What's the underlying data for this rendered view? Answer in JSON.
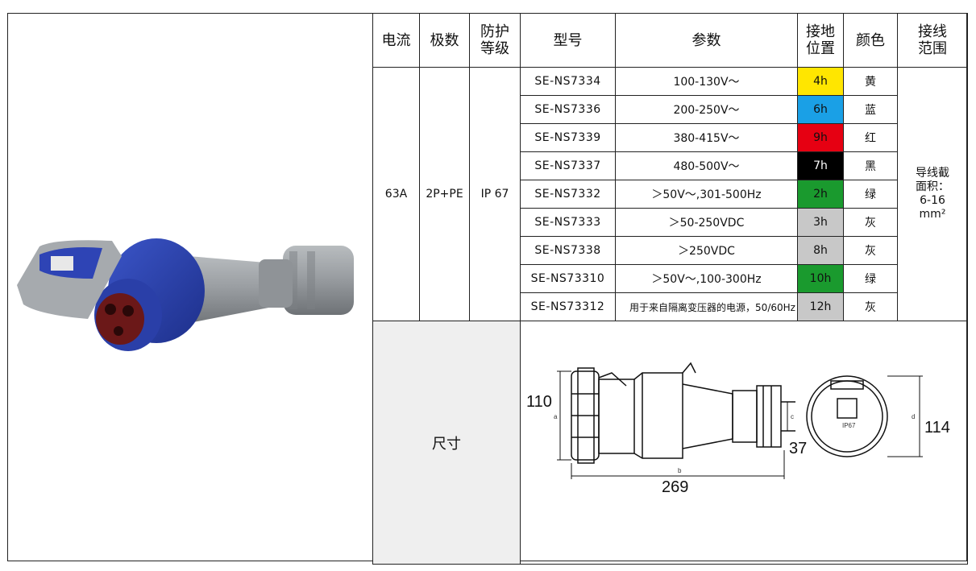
{
  "headers": {
    "current": "电流",
    "poles": "极数",
    "protection_line1": "防护",
    "protection_line2": "等级",
    "model": "型号",
    "params": "参数",
    "ground_line1": "接地",
    "ground_line2": "位置",
    "color": "颜色",
    "wiring_line1": "接线",
    "wiring_line2": "范围"
  },
  "common": {
    "current": "63A",
    "poles": "2P+PE",
    "protection": "IP 67",
    "wiring_line1": "导线截",
    "wiring_line2": "面积：",
    "wiring_line3": "6-16",
    "wiring_line4": "mm²"
  },
  "rows": [
    {
      "model": "SE-NS7334",
      "param": "100-130V～",
      "ground": "4h",
      "ground_color": "#ffe600",
      "ground_text_color": "#111111",
      "color": "黄"
    },
    {
      "model": "SE-NS7336",
      "param": "200-250V～",
      "ground": "6h",
      "ground_color": "#1aa0e6",
      "ground_text_color": "#111111",
      "color": "蓝"
    },
    {
      "model": "SE-NS7339",
      "param": "380-415V～",
      "ground": "9h",
      "ground_color": "#e60012",
      "ground_text_color": "#111111",
      "color": "红"
    },
    {
      "model": "SE-NS7337",
      "param": "480-500V～",
      "ground": "7h",
      "ground_color": "#000000",
      "ground_text_color": "#ffffff",
      "color": "黑"
    },
    {
      "model": "SE-NS7332",
      "param": "＞50V～,301-500Hz",
      "ground": "2h",
      "ground_color": "#1a9a2e",
      "ground_text_color": "#111111",
      "color": "绿"
    },
    {
      "model": "SE-NS7333",
      "param": "＞50-250VDC",
      "ground": "3h",
      "ground_color": "#c8c8c8",
      "ground_text_color": "#111111",
      "color": "灰"
    },
    {
      "model": "SE-NS7338",
      "param": "＞250VDC",
      "ground": "8h",
      "ground_color": "#c8c8c8",
      "ground_text_color": "#111111",
      "color": "灰"
    },
    {
      "model": "SE-NS73310",
      "param": "＞50V～,100-300Hz",
      "ground": "10h",
      "ground_color": "#1a9a2e",
      "ground_text_color": "#111111",
      "color": "绿"
    },
    {
      "model": "SE-NS73312",
      "param": "用于来自隔离变压器的电源，50/60Hz",
      "ground": "12h",
      "ground_color": "#c8c8c8",
      "ground_text_color": "#111111",
      "color": "灰"
    }
  ],
  "size": {
    "label": "尺寸",
    "dim_110": "110",
    "dim_269": "269",
    "dim_37": "37",
    "dim_114": "114",
    "mark_a": "a",
    "mark_b": "b",
    "mark_c": "c",
    "mark_d": "d",
    "ip_mark": "IP67"
  }
}
